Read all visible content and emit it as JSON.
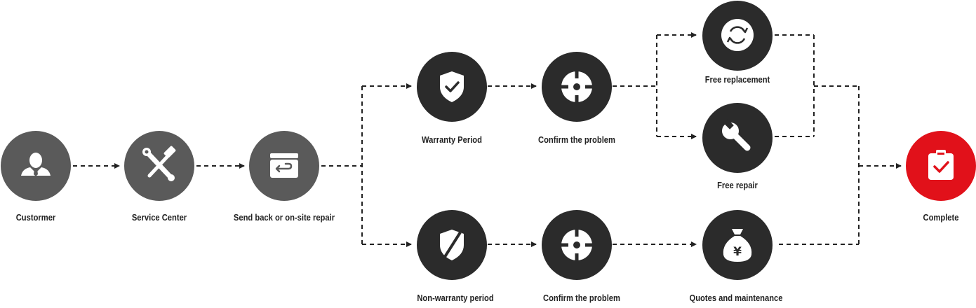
{
  "colors": {
    "gray": "#5a5a5a",
    "dark": "#2b2b2b",
    "red": "#e1111a",
    "line": "#222222",
    "icon": "#ffffff"
  },
  "nodes": {
    "customer": {
      "label": "Custormer",
      "icon": "user-icon"
    },
    "service_center": {
      "label": "Service Center",
      "icon": "tools-icon"
    },
    "send_back": {
      "label": "Send back or on-site repair",
      "icon": "return-box-icon"
    },
    "warranty": {
      "label": "Warranty Period",
      "icon": "shield-check-icon"
    },
    "confirm_1": {
      "label": "Confirm the problem",
      "icon": "target-icon"
    },
    "free_replacement": {
      "label": "Free replacement",
      "icon": "refresh-icon"
    },
    "free_repair": {
      "label": "Free repair",
      "icon": "wrench-icon"
    },
    "non_warranty": {
      "label": "Non-warranty period",
      "icon": "shield-off-icon"
    },
    "confirm_2": {
      "label": "Confirm the problem",
      "icon": "target-icon"
    },
    "quotes": {
      "label": "Quotes and maintenance",
      "icon": "money-bag-icon"
    },
    "complete": {
      "label": "Complete",
      "icon": "clipboard-check-icon"
    }
  }
}
